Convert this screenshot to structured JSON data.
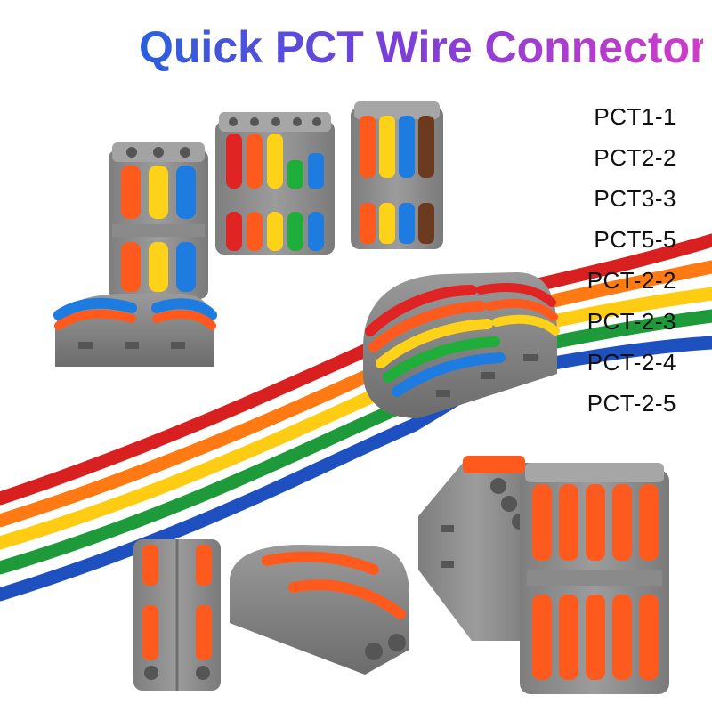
{
  "title": "Quick PCT Wire Connector",
  "models": [
    "PCT1-1",
    "PCT2-2",
    "PCT3-3",
    "PCT5-5",
    "PCT-2-2",
    "PCT-2-3",
    "PCT-2-4",
    "PCT-2-5"
  ],
  "colors": {
    "title_gradient_start": "#2b5fe0",
    "title_gradient_mid": "#7a3fd8",
    "title_gradient_end": "#d23cc8",
    "housing_gray": "#8e8e8e",
    "lever_orange": "#ff5a1e",
    "lever_yellow": "#ffd21a",
    "lever_blue": "#1e7be0",
    "lever_red": "#e02424",
    "lever_green": "#1fae3a",
    "lever_brown": "#6b3a1f",
    "wire_red": "#e52222",
    "wire_orange": "#ff7a12",
    "wire_yellow": "#ffd01c",
    "wire_green": "#1e9e3c",
    "wire_blue": "#1f55c8"
  }
}
